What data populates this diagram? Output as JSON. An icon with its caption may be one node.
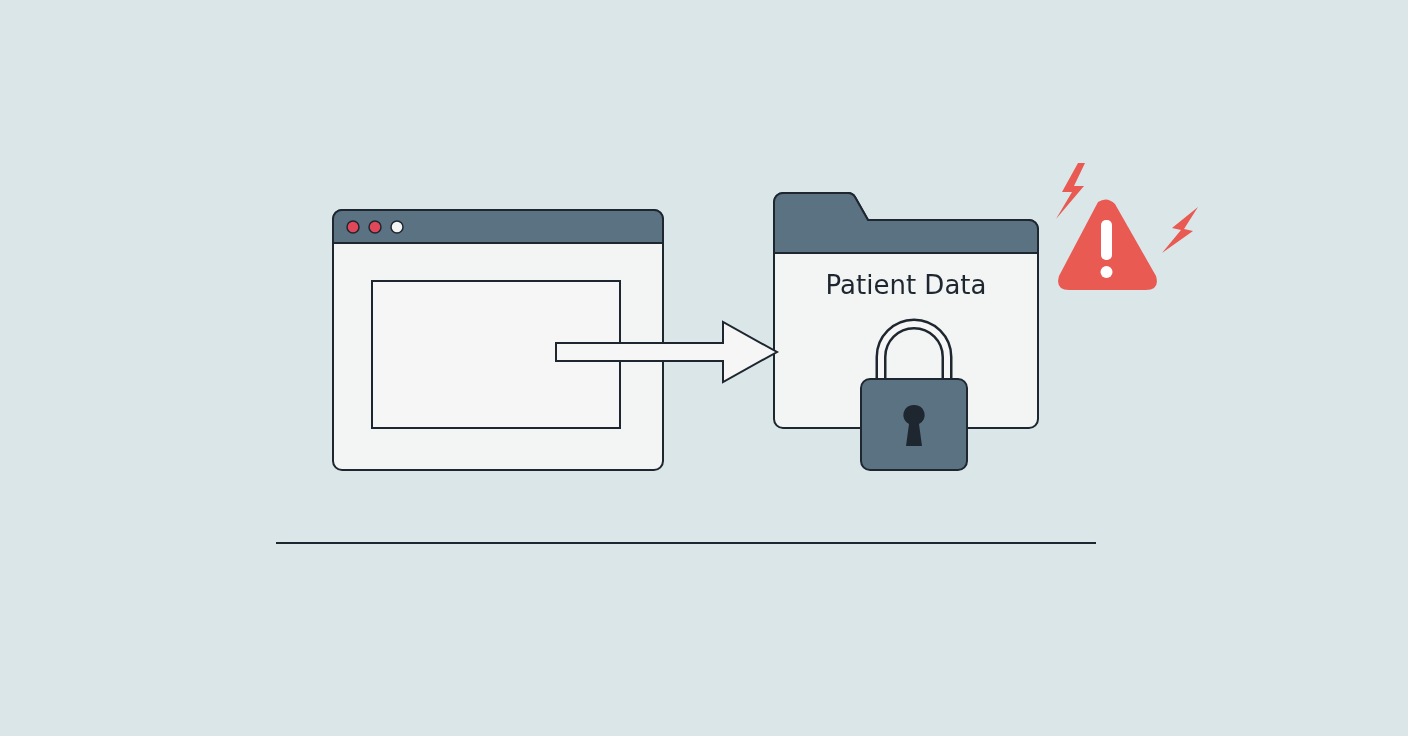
{
  "diagram": {
    "nodes": [
      {
        "text": [],
        "shape": "window"
      },
      {
        "text": [
          "Patient Data"
        ]
      }
    ],
    "edges": [
      {
        "from": 0,
        "to": 1,
        "arrow": "to"
      }
    ]
  }
}
